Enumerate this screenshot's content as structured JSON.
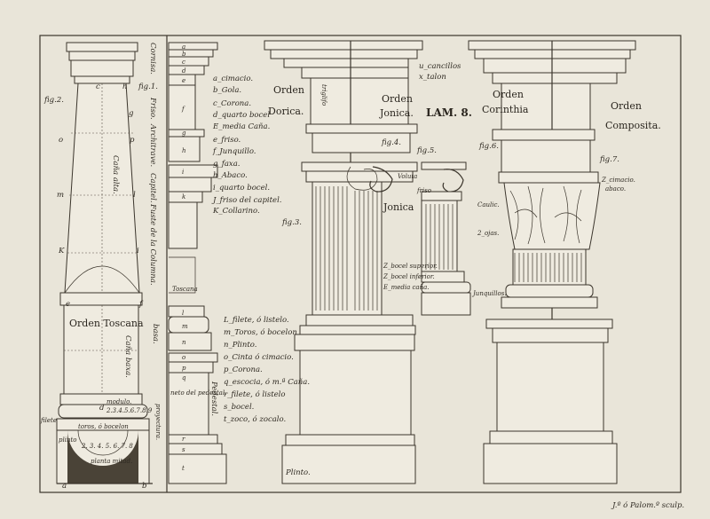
{
  "plate": {
    "title": "LAM. 8.",
    "signature": "J.º ó Palom.º sculp."
  },
  "tuscan": {
    "label": "Orden Toscana",
    "fig": "fig.2.",
    "fig1": "fig.1.",
    "letters": [
      "c",
      "h",
      "g",
      "o",
      "p",
      "m",
      "l",
      "K",
      "i",
      "f",
      "e",
      "d",
      "a",
      "b"
    ],
    "shaft_upper": "Caña alta.",
    "shaft_lower": "Caña baxa.",
    "modulo": "modulo.",
    "modulo_numbers": "2.3.4.5.6.7.8.9",
    "filete": "filete",
    "toro": "toros, ó bocelon",
    "plinto": "plinto",
    "plinto_numbers": "2. 3. 4. 5. 6. 7. 8",
    "planta": "planta mitad.",
    "proyectura": "proyectura."
  },
  "vertical_labels": [
    "Cornisa.",
    "Friso.",
    "Architrave.",
    "Capitel.",
    "Fuste de la Columna.",
    "basa.",
    "Pedestal."
  ],
  "profile": {
    "letters_top": [
      "a",
      "b",
      "c",
      "d",
      "e",
      "f",
      "g",
      "h",
      "i",
      "k"
    ],
    "toscana": "Toscana",
    "letters_bottom": [
      "l",
      "m",
      "n",
      "o",
      "p",
      "q",
      "r",
      "s",
      "t"
    ],
    "neto": "neto del pedestal.",
    "legend_top": [
      "a_cimacio.",
      "b_Gola.",
      "c_Corona.",
      "d_quarto bocel",
      "E_media Caña.",
      "e_friso.",
      "f_Junquillo.",
      "g_faxa.",
      "h_Abaco.",
      "i_quarto bocel.",
      "J_friso del capitel.",
      "K_Collarino."
    ],
    "legend_bottom": [
      "L_filete, ó listelo.",
      "m_Toros, ó bocelon",
      "n_Plinto.",
      "o_Cinta ó cimacio.",
      "p_Corona.",
      "q_escocia, ó m.ª Caña.",
      "r_filete, ó listelo",
      "s_bocel.",
      "t_zoco, ó zocalo."
    ]
  },
  "doric": {
    "label_1": "Orden",
    "label_2": "Dorica.",
    "fig": "fig.3.",
    "triglifo": "triglifo",
    "plinto": "Plinto."
  },
  "ionic": {
    "label_1": "Orden",
    "label_2": "Jonica.",
    "fig4": "fig.4.",
    "fig5": "fig.5.",
    "cancillos": "u_cancillos",
    "talon": "x_talon",
    "voluta": "Voluta",
    "friso": "friso",
    "jonica": "Jonica",
    "base_notes": [
      "Z_bocel superior.",
      "Z_bocel inferior.",
      "E_media caña."
    ],
    "junquillos": "Junquillos."
  },
  "corinthian": {
    "label_1": "Orden",
    "label_2": "Corinthia",
    "fig": "fig.6.",
    "caulicolos": "Caulic.",
    "ojas": "2_ojas."
  },
  "composite": {
    "label_1": "Orden",
    "label_2": "Composita.",
    "fig": "fig.7.",
    "cimacio": "Z_cimacio.",
    "abaco": "abaco."
  }
}
